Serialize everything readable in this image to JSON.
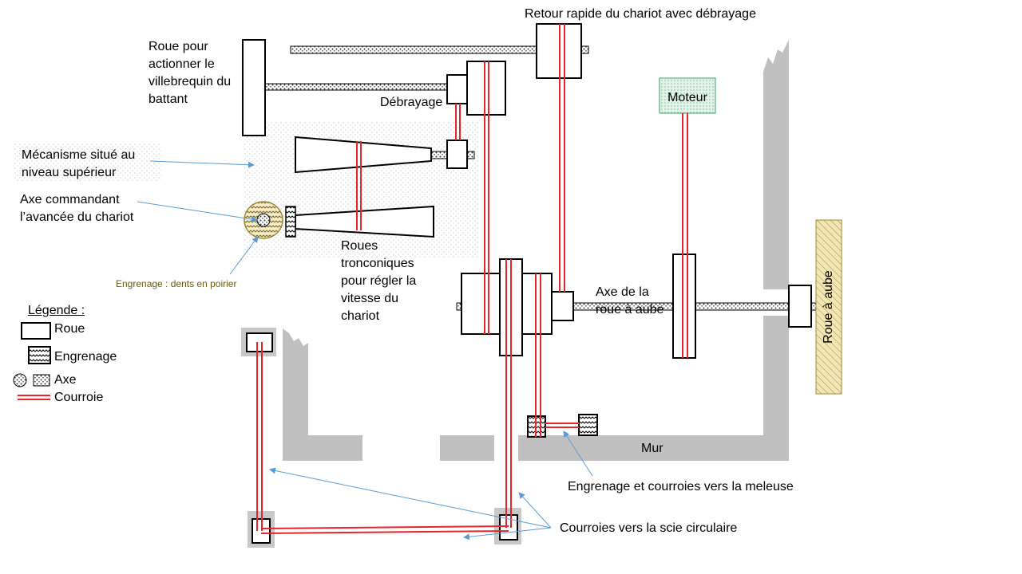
{
  "labels": {
    "retour": "Retour rapide du chariot avec débrayage",
    "roue_villebrequin": "Roue pour actionner le villebrequin du battant",
    "roue_villebrequin_lines": [
      "Roue pour",
      "actionner le",
      "villebrequin du",
      "battant"
    ],
    "debrayage": "Débrayage",
    "moteur": "Moteur",
    "mecanisme_lines": [
      "Mécanisme situé au",
      "niveau supérieur"
    ],
    "axe_cmd_lines": [
      "Axe commandant",
      "l’avancée du chariot"
    ],
    "engrenage_poirier": "Engrenage : dents en poirier",
    "roues_tronconiques_lines": [
      "Roues",
      "tronconiques",
      "pour régler la",
      "vitesse du",
      "chariot"
    ],
    "axe_roue_lines": [
      "Axe de la",
      "roue à aube"
    ],
    "roue_a_aube": "Roue à aube",
    "mur": "Mur",
    "engrenage_meleuse": "Engrenage et courroies vers la meleuse",
    "courroies_scie": "Courroies vers la scie circulaire"
  },
  "legend": {
    "title": "Légende :",
    "roue": "Roue",
    "engrenage": "Engrenage",
    "axe": "Axe",
    "courroie": "Courroie"
  },
  "colors": {
    "belt": "#e8252b",
    "wall": "#c0c0c0",
    "arrow": "#5b9bd5",
    "moteur_fill": "#d9efe5",
    "moteur_border": "#3aa36a",
    "roue_aube_fill": "#f3e6b5",
    "roue_aube_border": "#9c8a3a",
    "olive_text": "#6b5a10"
  }
}
